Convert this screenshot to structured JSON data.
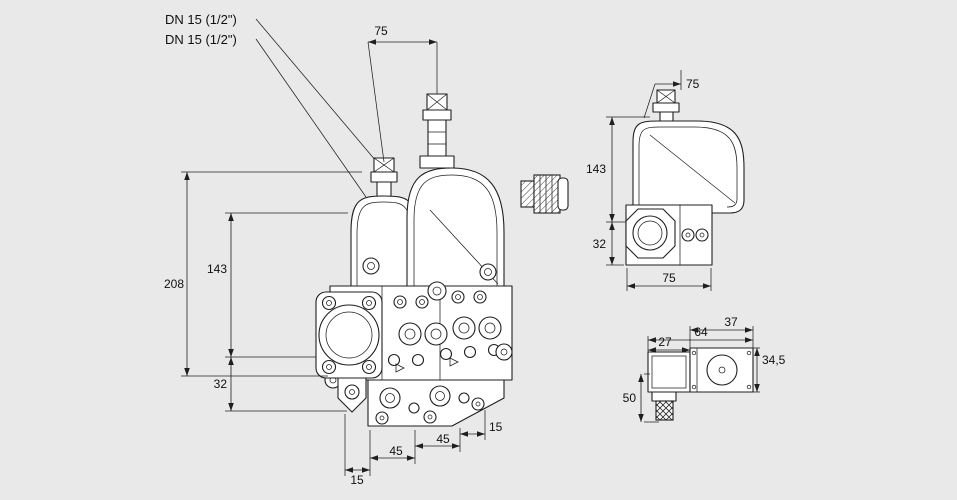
{
  "page": {
    "background": "#e9e9e9",
    "line_color": "#1f1f1f"
  },
  "callouts": {
    "dn_top": "DN 15 (1/2\")",
    "dn_bottom": "DN 15 (1/2\")"
  },
  "front_view": {
    "dim_top_width": "75",
    "dim_total_height": "208",
    "dim_actuator_height": "143",
    "dim_flange_height": "32",
    "dim_bottom": [
      "15",
      "45",
      "45",
      "15"
    ]
  },
  "side_view": {
    "dim_top_width": "75",
    "dim_height": "143",
    "dim_flange_height": "32",
    "dim_width": "75"
  },
  "detail_view": {
    "dim_left_width": "27",
    "dim_mid_width": "64",
    "dim_right_width": "37",
    "dim_height": "34,5",
    "dim_lower_height": "50"
  }
}
